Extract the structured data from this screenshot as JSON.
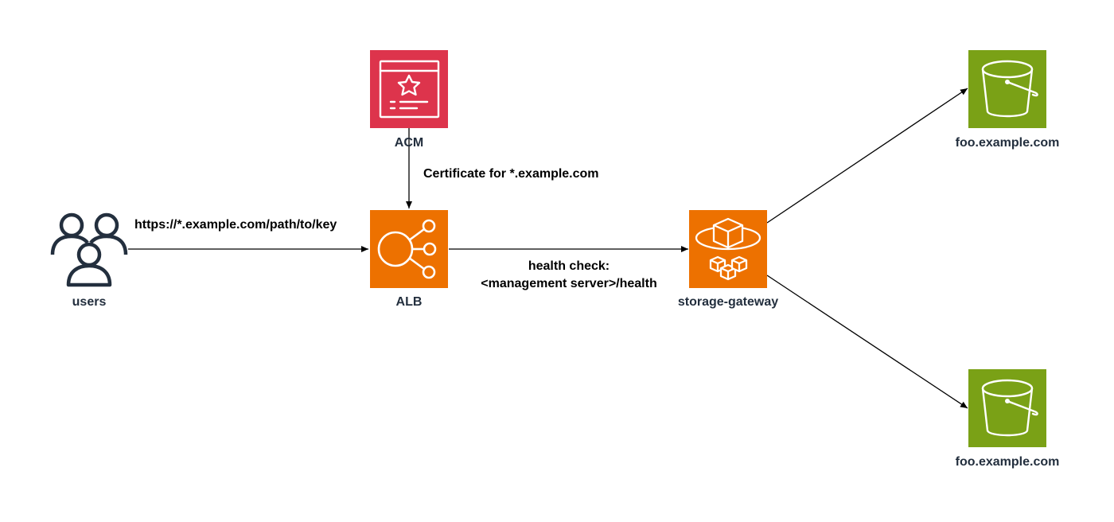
{
  "colors": {
    "acm": "#DD344C",
    "alb": "#ED7100",
    "storage_gateway": "#ED7100",
    "s3": "#7AA116",
    "users": "#232F3E",
    "edge": "#000000"
  },
  "nodes": {
    "acm": {
      "label": "ACM",
      "icon": "certificate-manager-icon"
    },
    "users": {
      "label": "users",
      "icon": "users-icon"
    },
    "alb": {
      "label": "ALB",
      "icon": "load-balancer-icon"
    },
    "storage_gateway": {
      "label": "storage-gateway",
      "icon": "storage-gateway-icon"
    },
    "bucket_top": {
      "label": "foo.example.com",
      "icon": "s3-bucket-icon"
    },
    "bucket_bottom": {
      "label": "foo.example.com",
      "icon": "s3-bucket-icon"
    }
  },
  "edges": {
    "acm_to_alb": {
      "label": "Certificate for *.example.com"
    },
    "users_to_alb": {
      "label": "https://*.example.com/path/to/key"
    },
    "alb_to_gateway": {
      "line1": "health check:",
      "line2": "<management server>/health"
    }
  }
}
